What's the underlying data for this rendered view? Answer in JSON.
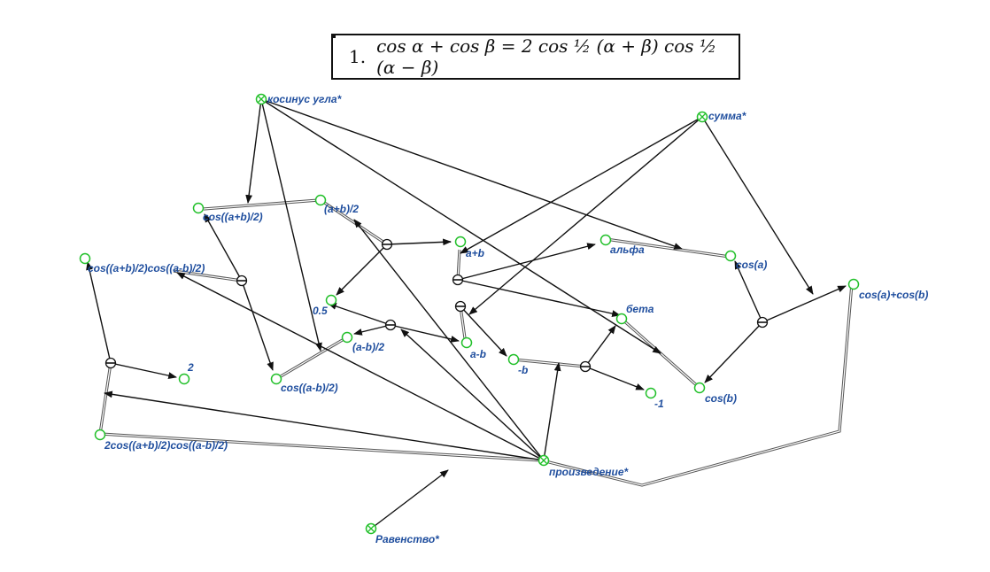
{
  "formula": {
    "number": "1.",
    "text": "cos α + cos β = 2 cos ½ (α + β) cos ½ (α − β)"
  },
  "nodes": {
    "cos_angle": "косинус угла*",
    "sum": "сумма*",
    "cos_half_sum": "cos((a+b)/2)",
    "half_sum": "(a+b)/2",
    "a_plus_b": "a+b",
    "alpha": "альфа",
    "cos_a": "cos(a)",
    "cos_prod": "cos((a+b)/2)cos((a-b)/2)",
    "cos_sum": "cos(a)+cos(b)",
    "half": "0.5",
    "beta": "бета",
    "half_diff": "(a-b)/2",
    "a_minus_b": "a-b",
    "two": "2",
    "neg_b": "-b",
    "cos_half_diff": "cos((a-b)/2)",
    "minus_one": "-1",
    "cos_b": "cos(b)",
    "double_prod": "2cos((a+b)/2)cos((a-b)/2)",
    "product": "произведение*",
    "equality": "Равенство*"
  },
  "colors": {
    "variable_node": "#22c02a",
    "label": "#1f4e9e",
    "edge": "#111111"
  }
}
